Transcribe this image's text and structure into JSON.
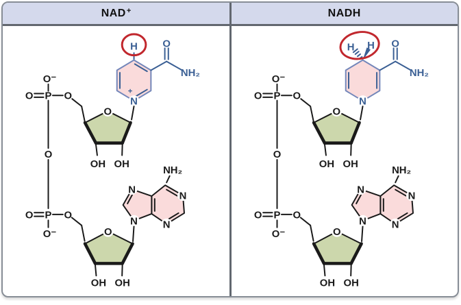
{
  "panels": [
    {
      "id": "nad-plus",
      "title_base": "NAD",
      "title_sup": "+"
    },
    {
      "id": "nadh",
      "title_base": "NADH",
      "title_sup": ""
    }
  ],
  "labels": {
    "H": "H",
    "O": "O",
    "P": "P",
    "N": "N",
    "OH": "OH",
    "NH2": "NH₂",
    "O_minus": "O⁻",
    "plus": "+"
  },
  "colors": {
    "header_bg": "#d4d9ec",
    "frame_border": "#878d96",
    "divider": "#62676f",
    "highlight_pink_fill": "#fadbdb",
    "nicotinamide_stroke": "#7487ba",
    "blue_atoms_bonds": "#3a5f94",
    "ribose_green_fill": "#ccd7ac",
    "red_highlight_circle": "#c1272d",
    "black_bonds_text": "#1a1a1a"
  }
}
